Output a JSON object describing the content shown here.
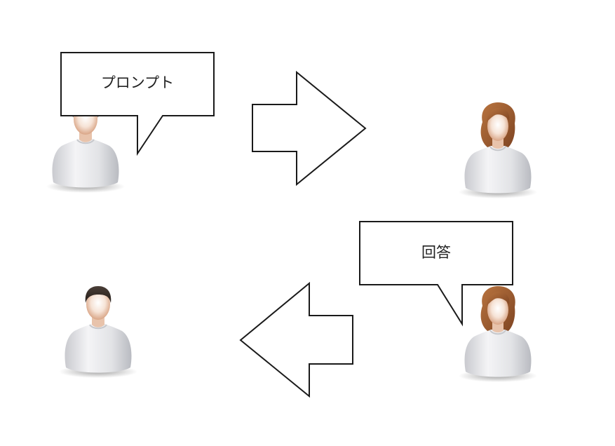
{
  "diagram": {
    "prompt_bubble": {
      "text": "プロンプト"
    },
    "answer_bubble": {
      "text": "回答"
    },
    "people": [
      {
        "icon": "male-user-icon",
        "role": "sender"
      },
      {
        "icon": "female-user-icon",
        "role": "responder"
      },
      {
        "icon": "male-user-icon",
        "role": "receiver"
      },
      {
        "icon": "female-user-icon",
        "role": "responder"
      }
    ],
    "arrows": [
      {
        "icon": "arrow-right-icon",
        "direction": "right"
      },
      {
        "icon": "arrow-left-icon",
        "direction": "left"
      }
    ],
    "colors": {
      "background": "#ffffff",
      "outline": "#1a1a1a",
      "shirt": "#dcdde0",
      "skin": "#efd0bd",
      "male_hair": "#2e2622",
      "female_hair": "#9a5a30"
    }
  }
}
